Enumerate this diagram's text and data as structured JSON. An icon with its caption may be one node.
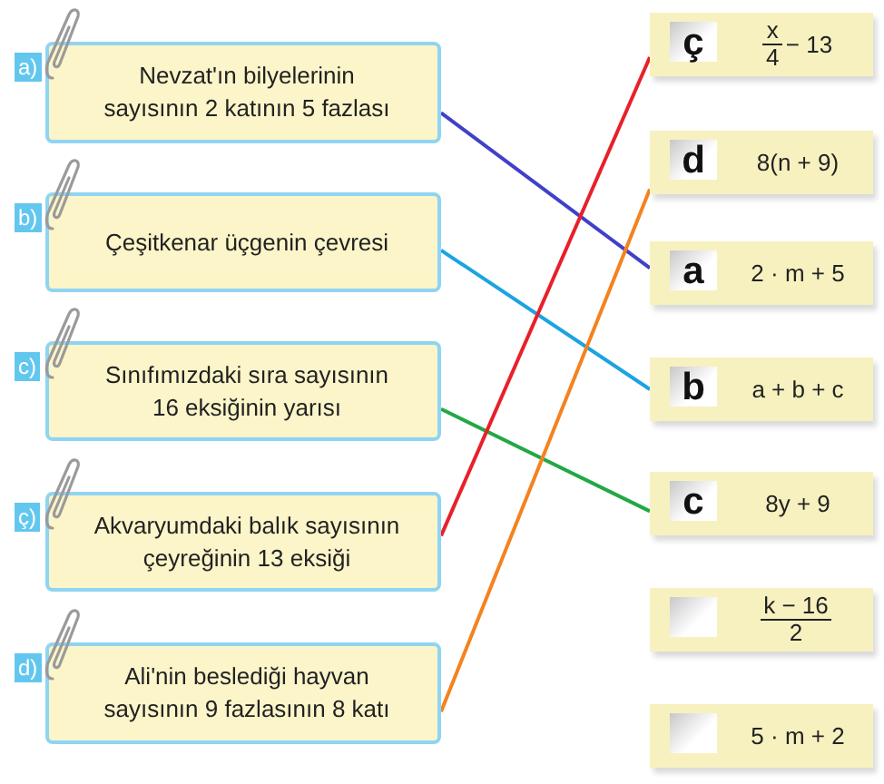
{
  "diagram": {
    "nodes": [
      {
        "text": [
          "Nevzat'ın bilyelerinin sayısının 2 katının 5 fazlası"
        ],
        "beside": [
          "a)"
        ]
      },
      {
        "text": [
          "Çeşitkenar üçgenin çevresi"
        ],
        "beside": [
          "b)"
        ]
      },
      {
        "text": [
          "Sınıfımızdaki sıra sayısının 16 eksiğinin yarısı"
        ],
        "beside": [
          "c)"
        ]
      },
      {
        "text": [
          "Akvaryumdaki balık sayısının çeyreğinin 13 eksiği"
        ],
        "beside": [
          "ç)"
        ]
      },
      {
        "text": [
          "Ali'nin beslediği hayvan sayısının 9 fazlasının 8 katı"
        ],
        "beside": [
          "d)"
        ]
      },
      {
        "text": [
          "x",
          "4",
          "− 13"
        ]
      },
      {
        "text": [
          "ç"
        ],
        "in": 5
      },
      {
        "text": [
          "8(n + 9)"
        ]
      },
      {
        "text": [
          "d"
        ],
        "in": 7
      },
      {
        "text": [
          "2 · m + 5"
        ]
      },
      {
        "text": [
          "a"
        ],
        "in": 9
      },
      {
        "text": [
          "a + b + c"
        ]
      },
      {
        "text": [
          "b"
        ],
        "in": 11
      },
      {
        "text": [
          "8y + 9"
        ]
      },
      {
        "text": [
          "c"
        ],
        "in": 13
      },
      {
        "text": [
          "k − 16",
          "2"
        ]
      },
      {
        "text": [],
        "shape": "box",
        "in": 15
      },
      {
        "text": [
          "5 · m + 2"
        ]
      },
      {
        "text": [],
        "shape": "box",
        "in": 17
      }
    ],
    "edges": [
      {
        "from": 0,
        "to": 9,
        "arrow": "none",
        "color": "#4040c8"
      },
      {
        "from": 1,
        "to": 11,
        "arrow": "none",
        "color": "#1ba3e2"
      },
      {
        "from": 2,
        "to": 13,
        "arrow": "none",
        "color": "#22a845"
      },
      {
        "from": 3,
        "to": 5,
        "arrow": "none",
        "color": "#e8202a"
      },
      {
        "from": 4,
        "to": 7,
        "arrow": "none",
        "color": "#f58220"
      }
    ]
  }
}
